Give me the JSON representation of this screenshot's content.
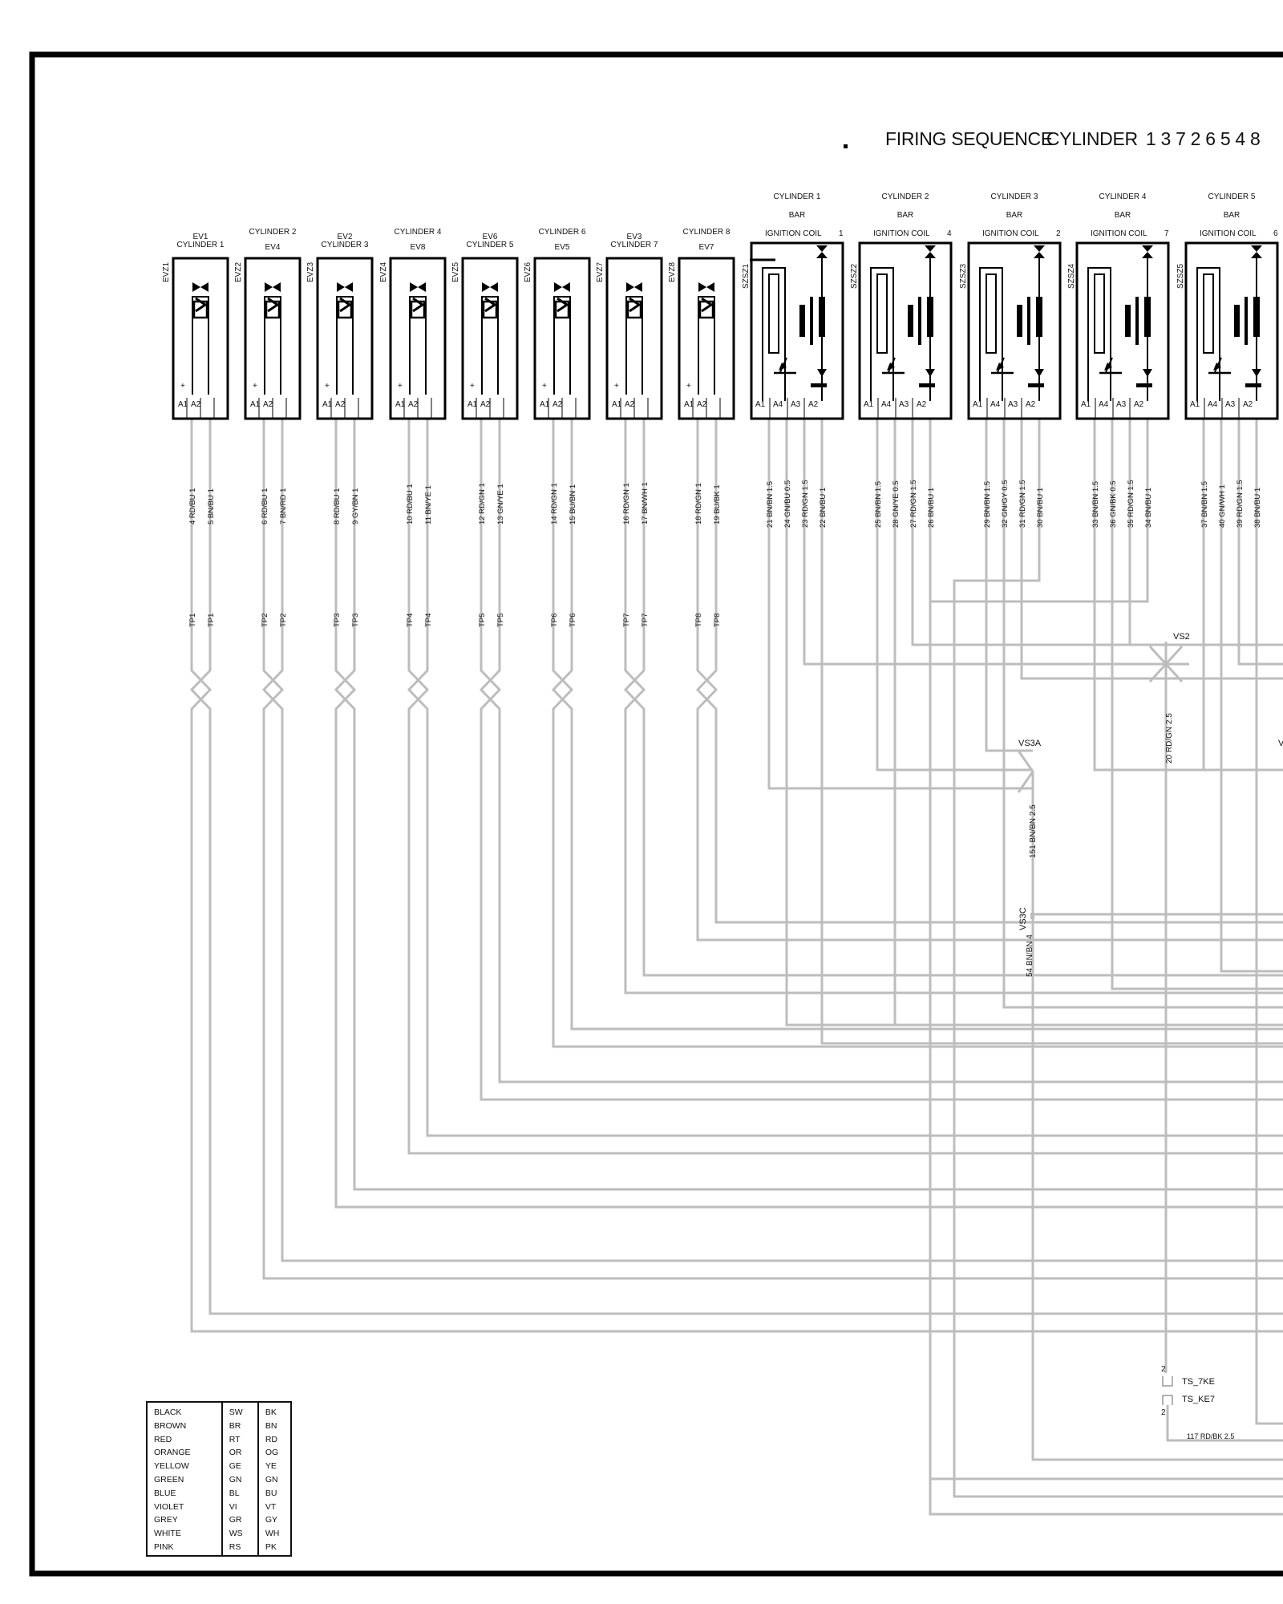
{
  "header": {
    "firing_label": "FIRING SEQUENCE",
    "cylinder_label": "CYLINDER",
    "firing_order": "1 3 7 2 6 5 4 8"
  },
  "valves": [
    {
      "conn": "EVZ1",
      "id": "EV1",
      "cyl": "CYLINDER 1",
      "wires": [
        "4 RD/BU 1",
        "5 BN/BU 1"
      ],
      "tp": "TP1"
    },
    {
      "conn": "EVZ2",
      "id": "EV4",
      "cyl": "CYLINDER 2",
      "wires": [
        "6 RD/BU 1",
        "7 BN/RD 1"
      ],
      "tp": "TP2"
    },
    {
      "conn": "EVZ3",
      "id": "EV2",
      "cyl": "CYLINDER 3",
      "wires": [
        "8 RD/BU 1",
        "9 GY/BN 1"
      ],
      "tp": "TP3"
    },
    {
      "conn": "EVZ4",
      "id": "EV8",
      "cyl": "CYLINDER 4",
      "wires": [
        "10 RD/BU 1",
        "11 BN/YE 1"
      ],
      "tp": "TP4"
    },
    {
      "conn": "EVZ5",
      "id": "EV6",
      "cyl": "CYLINDER 5",
      "wires": [
        "12 RD/GN 1",
        "13 GN/YE 1"
      ],
      "tp": "TP5"
    },
    {
      "conn": "EVZ6",
      "id": "EV5",
      "cyl": "CYLINDER 6",
      "wires": [
        "14 RD/GN 1",
        "15 BU/BN 1"
      ],
      "tp": "TP6"
    },
    {
      "conn": "EVZ7",
      "id": "EV3",
      "cyl": "CYLINDER 7",
      "wires": [
        "16 RD/GN 1",
        "17 BN/WH 1"
      ],
      "tp": "TP7"
    },
    {
      "conn": "EVZ8",
      "id": "EV7",
      "cyl": "CYLINDER 8",
      "wires": [
        "18 RD/GN 1",
        "19 BU/BK 1"
      ],
      "tp": "TP8"
    }
  ],
  "valve_pins": [
    "A1",
    "A2"
  ],
  "coils": [
    {
      "conn": "SZSZ1",
      "cyl": "CYLINDER 1",
      "bar": "BAR",
      "coil": "IGNITION COIL",
      "num": "1",
      "wires": [
        "21 BN/BN 1.5",
        "24 GN/BU 0.5",
        "23 RD/GN 1.5",
        "22 BN/BU 1"
      ]
    },
    {
      "conn": "SZSZ2",
      "cyl": "CYLINDER 2",
      "bar": "BAR",
      "coil": "IGNITION COIL",
      "num": "4",
      "wires": [
        "25 BN/BN 1.5",
        "28 GN/YE 0.5",
        "27 RD/GN 1.5",
        "26 BN/BU 1"
      ]
    },
    {
      "conn": "SZSZ3",
      "cyl": "CYLINDER 3",
      "bar": "BAR",
      "coil": "IGNITION COIL",
      "num": "2",
      "wires": [
        "29 BN/BN 1.5",
        "32 GN/GY 0.5",
        "31 RD/GN 1.5",
        "30 BN/BU 1"
      ]
    },
    {
      "conn": "SZSZ4",
      "cyl": "CYLINDER 4",
      "bar": "BAR",
      "coil": "IGNITION COIL",
      "num": "7",
      "wires": [
        "33 BN/BN 1.5",
        "36 GN/BK 0.5",
        "35 RD/GN 1.5",
        "34 BN/BU 1"
      ]
    },
    {
      "conn": "SZSZ5",
      "cyl": "CYLINDER 5",
      "bar": "BAR",
      "coil": "IGNITION COIL",
      "num": "6",
      "wires": [
        "37 BN/BN 1.5",
        "40 GN/WH 1",
        "39 RD/GN 1.5",
        "38 BN/BU 1"
      ]
    }
  ],
  "coil_pins": [
    "A1",
    "A4",
    "A3",
    "A2"
  ],
  "splices": {
    "vs2": "VS2",
    "vs3a": "VS3A",
    "vs3c": "VS3C",
    "partial": "V"
  },
  "trunk_wires": {
    "vs2_down": "20 RD/GN 2.5",
    "vs3a_down": "151 BN/BN 2.5",
    "vs3c_down": "54 BN/BN 4",
    "ts_out": "117 RD/BK 2.5"
  },
  "terminals": {
    "ts7ke": "TS_7KE",
    "tske7": "TS_KE7",
    "pin_top": "2",
    "pin_bottom": "2"
  },
  "legend": {
    "names": [
      "BLACK",
      "BROWN",
      "RED",
      "ORANGE",
      "YELLOW",
      "GREEN",
      "BLUE",
      "VIOLET",
      "GREY",
      "WHITE",
      "PINK"
    ],
    "german": [
      "SW",
      "BR",
      "RT",
      "OR",
      "GE",
      "GN",
      "BL",
      "VI",
      "GR",
      "WS",
      "RS"
    ],
    "english": [
      "BK",
      "BN",
      "RD",
      "OG",
      "YE",
      "GN",
      "BU",
      "VT",
      "GY",
      "WH",
      "PK"
    ]
  },
  "colors": {
    "ink": "#111111",
    "wire": "#bdbdbd"
  }
}
